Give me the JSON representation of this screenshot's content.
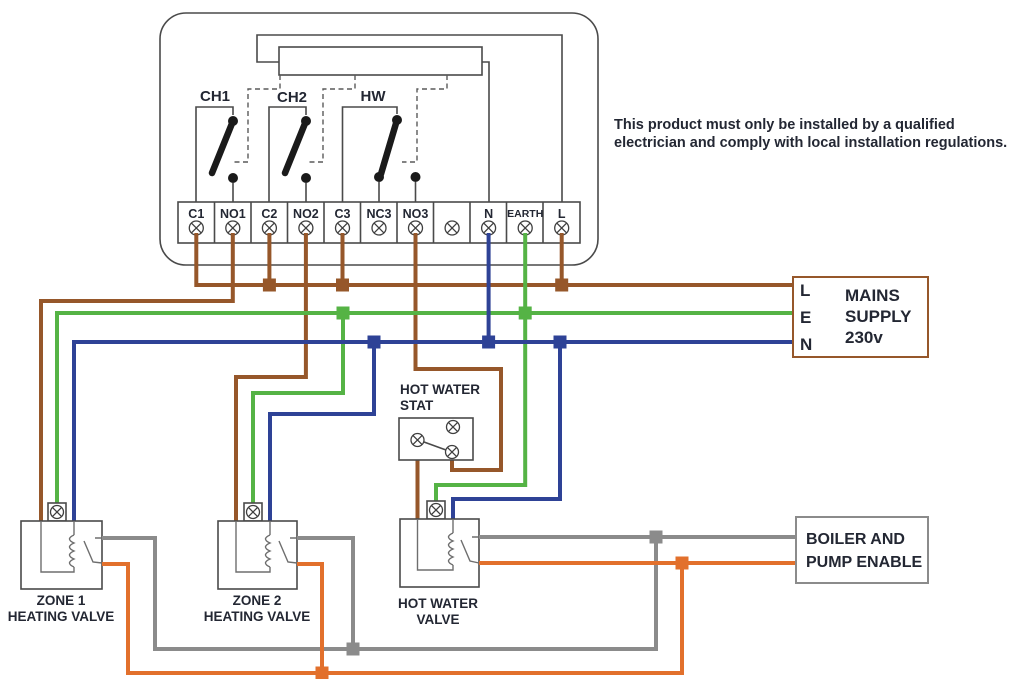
{
  "programmer": {
    "channels": [
      "CH1",
      "CH2",
      "HW"
    ],
    "terminals": [
      "C1",
      "NO1",
      "C2",
      "NO2",
      "C3",
      "NC3",
      "NO3",
      "",
      "N",
      "EARTH",
      "L"
    ]
  },
  "notice": {
    "line1": "This product must only be installed by a qualified",
    "line2": "electrician and comply with local installation regulations."
  },
  "mains_supply": {
    "terminals": [
      "L",
      "E",
      "N"
    ],
    "label_lines": [
      "MAINS",
      "SUPPLY",
      "230v"
    ]
  },
  "hot_water_stat": {
    "label_lines": [
      "HOT WATER",
      "STAT"
    ]
  },
  "valves": [
    {
      "id": "zone1",
      "label_lines": [
        "ZONE 1",
        "HEATING VALVE"
      ]
    },
    {
      "id": "zone2",
      "label_lines": [
        "ZONE 2",
        "HEATING VALVE"
      ]
    },
    {
      "id": "hot_water",
      "label_lines": [
        "HOT WATER",
        "VALVE"
      ]
    }
  ],
  "boiler": {
    "label_lines": [
      "BOILER AND",
      "PUMP ENABLE"
    ]
  },
  "colors": {
    "live_brown": "#96572a",
    "earth_green": "#55b345",
    "neutral_blue": "#2e4296",
    "enable_orange": "#e2702c",
    "enable_grey": "#8b8b8b",
    "mains_box_border": "#96572a",
    "boiler_box_border": "#8b8b8b",
    "diagram_line": "#4a4a4a",
    "text": "#232733"
  }
}
